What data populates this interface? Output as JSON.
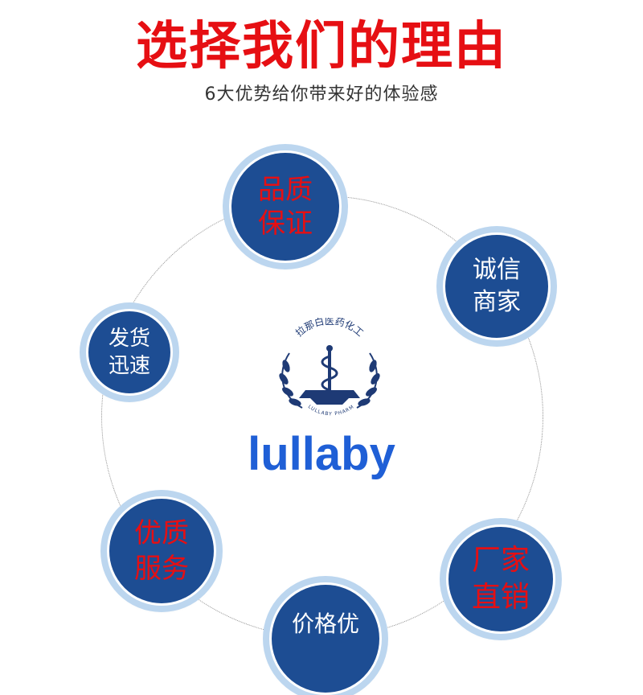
{
  "heading": {
    "title": "选择我们的理由",
    "subtitle": "6大优势给你带来好的体验感"
  },
  "advantages": [
    {
      "line1": "品质",
      "line2": "保证"
    },
    {
      "line1": "诚信",
      "line2": "商家"
    },
    {
      "line1": "发货",
      "line2": "迅速"
    },
    {
      "line1": "优质",
      "line2": "服务"
    },
    {
      "line1": "厂家",
      "line2": "直销"
    },
    {
      "line1": "价格优",
      "line2": ""
    }
  ],
  "logo": {
    "top_text": "拉那白医药化工",
    "bottom_text": "LULLABY PHARM",
    "icon": "caduceus-laurel-emblem"
  },
  "brand": {
    "name": "lullaby"
  },
  "colors": {
    "title": "#e60f13",
    "subtitle": "#333333",
    "badge_fill": "#1d4d93",
    "badge_text_red": "#e60f13",
    "badge_text_white": "#ffffff",
    "brand_blue": "#1f5fd6",
    "logo_navy": "#1e3a75"
  }
}
